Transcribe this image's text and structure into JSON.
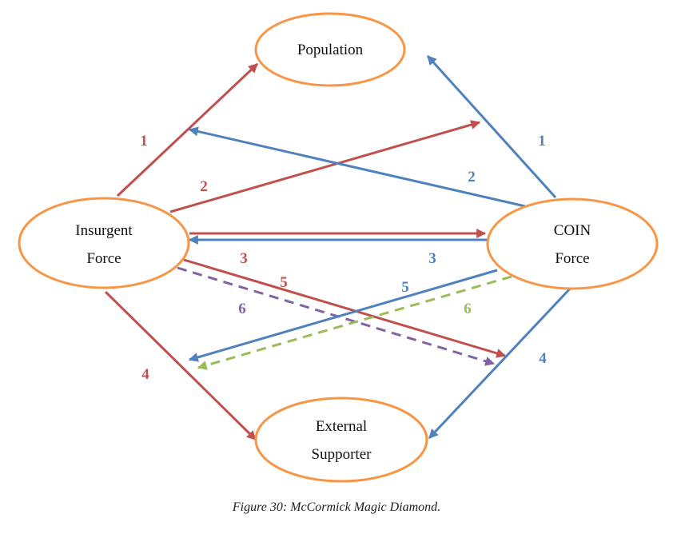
{
  "nodes": {
    "population": [
      "Population"
    ],
    "insurgent": [
      "Insurgent",
      "Force"
    ],
    "coin": [
      "COIN",
      "Force"
    ],
    "external": [
      "External",
      "Supporter"
    ]
  },
  "edge_labels": {
    "insurgent": [
      "1",
      "2",
      "3",
      "4",
      "5",
      "6"
    ],
    "coin": [
      "1",
      "2",
      "3",
      "4",
      "5",
      "6"
    ]
  },
  "colors": {
    "insurgent": "#c0504d",
    "coin": "#4f81bd",
    "insurgent_dashed": "#8064a2",
    "coin_dashed": "#9bbb59",
    "node_border": "#f79646"
  },
  "caption": "Figure 30: McCormick Magic Diamond."
}
